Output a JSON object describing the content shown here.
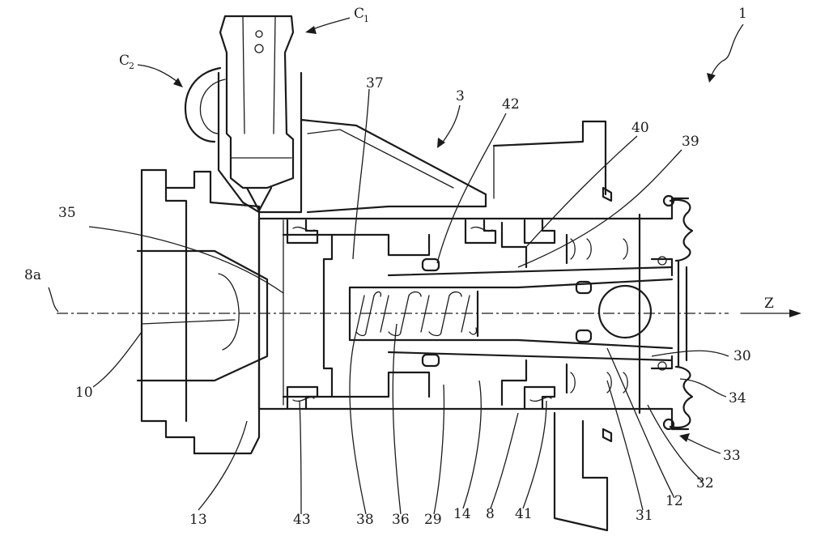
{
  "labels": {
    "fig": "1",
    "c1_main": "C",
    "c1_sub": "1",
    "c2_main": "C",
    "c2_sub": "2",
    "l3": "3",
    "l37": "37",
    "l42": "42",
    "l40": "40",
    "l39": "39",
    "l35": "35",
    "l8a": "8a",
    "z": "Z",
    "l10": "10",
    "l30": "30",
    "l34": "34",
    "l33": "33",
    "l32": "32",
    "l12": "12",
    "l31": "31",
    "l41": "41",
    "l8": "8",
    "l14": "14",
    "l29": "29",
    "l36": "36",
    "l38": "38",
    "l43": "43",
    "l13": "13"
  }
}
